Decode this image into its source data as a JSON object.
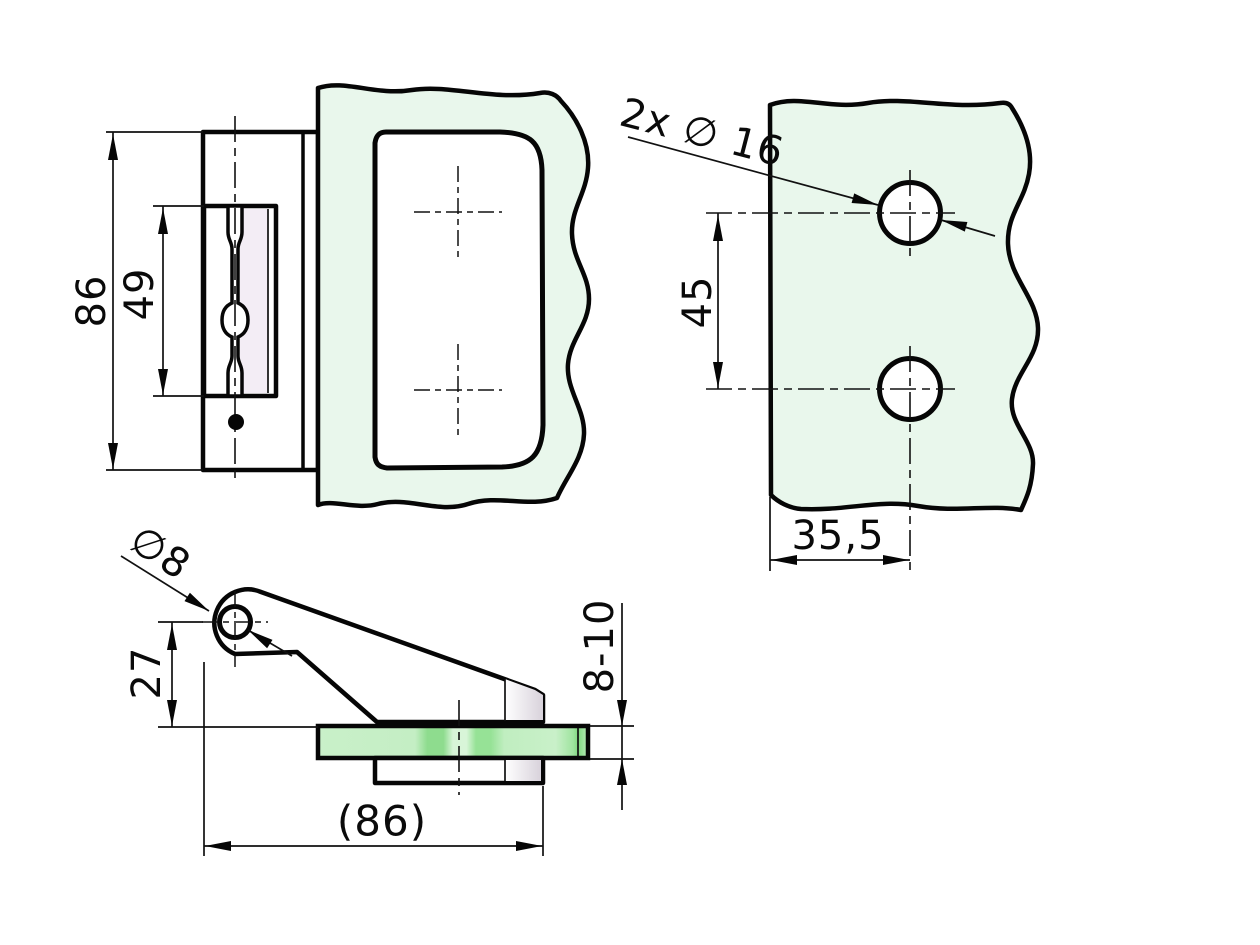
{
  "drawing": {
    "views": {
      "front": {
        "dim_overall_height": "86",
        "dim_slot_length": "49"
      },
      "glass_panel": {
        "dim_holes": "2x ∅ 16",
        "dim_hole_spacing": "45",
        "dim_edge_distance": "35,5"
      },
      "side": {
        "dim_pivot_hole": "∅8",
        "dim_pivot_height": "27",
        "dim_overall_width": "(86)",
        "dim_glass_thickness": "8-10"
      }
    },
    "colors": {
      "line": "#060606",
      "glass_fill": "#e9f7ec",
      "glass_edge_light": "#c9f0c9",
      "glass_edge_mid": "#8edc8e",
      "glass_edge_dark": "#7fd77f",
      "shading": "#d8d2db",
      "slot_band": "#f3edf5"
    }
  }
}
